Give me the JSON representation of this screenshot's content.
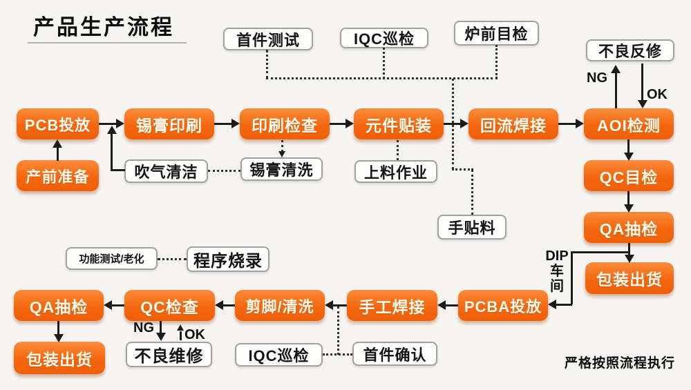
{
  "title": "产品生产流程",
  "footer_note": "严格按照流程执行",
  "colors": {
    "node_orange": "#f4670e",
    "node_orange_light": "#fb8c3c",
    "node_text": "#fffbee",
    "aux_border": "#a39f99",
    "line_black": "#1b1b1b",
    "background": "#f6f4f1"
  },
  "nodes": {
    "pcb_feed": "PCB投放",
    "solder_paste_print": "锡膏印刷",
    "print_inspection": "印刷检查",
    "component_mount": "元件贴装",
    "reflow_solder": "回流焊接",
    "aoi_inspection": "AOI检测",
    "pre_production": "产前准备",
    "qc_visual": "QC目检",
    "qa_sampling_right": "QA抽检",
    "packing_right": "包装出货",
    "qa_sampling_bottom": "QA抽检",
    "qc_check": "QC检查",
    "cut_clean": "剪脚/清洗",
    "hand_solder": "手工焊接",
    "pcba_feed": "PCBA投放",
    "packing_bottom": "包装出货"
  },
  "aux_nodes": {
    "first_article_test": "首件测试",
    "iqc_patrol_top": "IQC巡检",
    "furnace_visual": "炉前目检",
    "defect_rework": "不良反修",
    "air_clean": "吹气清洁",
    "paste_clean": "锡膏清洗",
    "loading_work": "上料作业",
    "hand_placement": "手贴料",
    "function_test_aging": "功能测试/老化",
    "program_burn": "程序烧录",
    "defect_repair": "不良维修",
    "iqc_patrol_bottom": "IQC巡检",
    "first_article_confirm": "首件确认"
  },
  "labels": {
    "ng_top": "NG",
    "ok_top": "OK",
    "ng_bottom": "NG",
    "ok_bottom": "OK",
    "dip_line1": "DIP",
    "dip_line2": "车",
    "dip_line3": "间"
  }
}
